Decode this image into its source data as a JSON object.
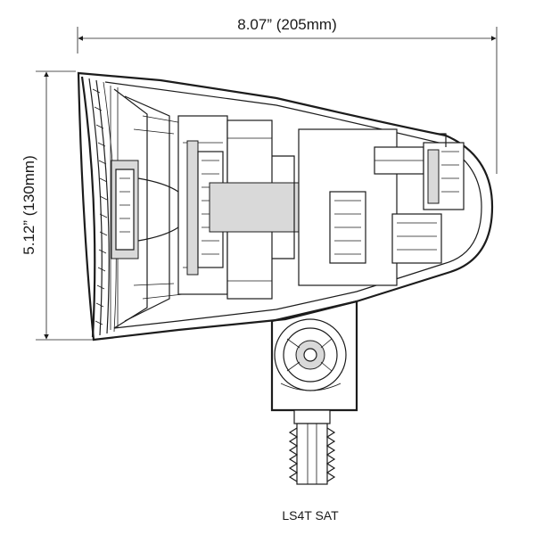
{
  "dimensions": {
    "width_label": "8.07” (205mm)",
    "height_label": "5.12” (130mm)"
  },
  "caption": "LS4T SAT",
  "colors": {
    "line": "#1c1c1c",
    "fill": "#d9d9d9",
    "background": "#ffffff"
  }
}
